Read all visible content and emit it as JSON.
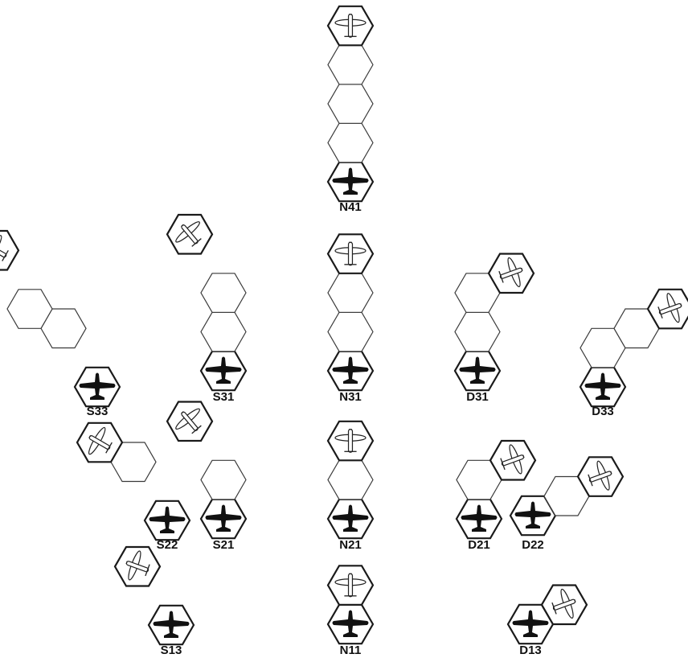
{
  "colors": {
    "ink": "#111111",
    "outline": "#3a3a3a",
    "background": "#ffffff"
  },
  "icons": {
    "start": "friendly-plane-icon",
    "end": "enemy-plane-icon"
  },
  "diagrams": [
    {
      "id": "N41",
      "label": "N41",
      "path": [
        [
          0,
          0
        ],
        [
          0,
          1
        ],
        [
          0,
          2
        ],
        [
          0,
          3
        ],
        [
          0,
          4
        ]
      ],
      "target_heading": 0
    },
    {
      "id": "N31",
      "label": "N31",
      "path": [
        [
          0,
          0
        ],
        [
          0,
          1
        ],
        [
          0,
          2
        ],
        [
          0,
          3
        ]
      ],
      "target_heading": 0
    },
    {
      "id": "N21",
      "label": "N21",
      "path": [
        [
          0,
          0
        ],
        [
          0,
          1
        ],
        [
          0,
          2
        ]
      ],
      "target_heading": 0
    },
    {
      "id": "N11",
      "label": "N11",
      "path": [
        [
          0,
          0
        ],
        [
          0,
          1
        ]
      ],
      "target_heading": 0
    },
    {
      "id": "S33",
      "label": "S33",
      "path": [
        [
          0,
          0
        ],
        [
          -1,
          1
        ],
        [
          -2,
          1
        ],
        [
          -3,
          2
        ]
      ],
      "target_heading": -60
    },
    {
      "id": "S31",
      "label": "S31",
      "path": [
        [
          0,
          0
        ],
        [
          0,
          1
        ],
        [
          0,
          2
        ],
        [
          -1,
          3
        ]
      ],
      "target_heading": -40
    },
    {
      "id": "S22",
      "label": "S22",
      "path": [
        [
          0,
          0
        ],
        [
          -1,
          1
        ],
        [
          -2,
          1
        ]
      ],
      "target_heading": -60
    },
    {
      "id": "S21",
      "label": "S21",
      "path": [
        [
          0,
          0
        ],
        [
          0,
          1
        ],
        [
          -1,
          2
        ]
      ],
      "target_heading": -40
    },
    {
      "id": "S13",
      "label": "S13",
      "path": [
        [
          0,
          0
        ],
        [
          -1,
          1
        ]
      ],
      "target_heading": -70
    },
    {
      "id": "D31",
      "label": "D31",
      "path": [
        [
          0,
          0
        ],
        [
          0,
          1
        ],
        [
          0,
          2
        ],
        [
          1,
          2
        ]
      ],
      "target_heading": 70
    },
    {
      "id": "D33",
      "label": "D33",
      "path": [
        [
          0,
          0
        ],
        [
          0,
          1
        ],
        [
          1,
          1
        ],
        [
          2,
          1
        ]
      ],
      "target_heading": 70
    },
    {
      "id": "D21",
      "label": "D21",
      "path": [
        [
          0,
          0
        ],
        [
          0,
          1
        ],
        [
          1,
          1
        ]
      ],
      "target_heading": 70
    },
    {
      "id": "D22",
      "label": "D22",
      "path": [
        [
          0,
          0
        ],
        [
          1,
          0
        ],
        [
          2,
          0
        ]
      ],
      "target_heading": 70
    },
    {
      "id": "D13",
      "label": "D13",
      "path": [
        [
          0,
          0
        ],
        [
          1,
          0
        ]
      ],
      "target_heading": 70
    }
  ]
}
